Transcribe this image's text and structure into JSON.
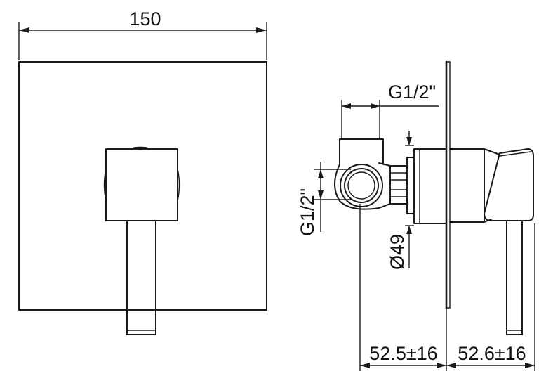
{
  "dimensions": {
    "width_label": "150",
    "inlet_top_label": "G1/2\"",
    "inlet_side_label": "G1/2\"",
    "diameter_label": "Ø49",
    "depth_back_label": "52.5±16",
    "depth_front_label": "52.6±16"
  },
  "colors": {
    "line": "#1a1a1a",
    "background": "#ffffff"
  }
}
